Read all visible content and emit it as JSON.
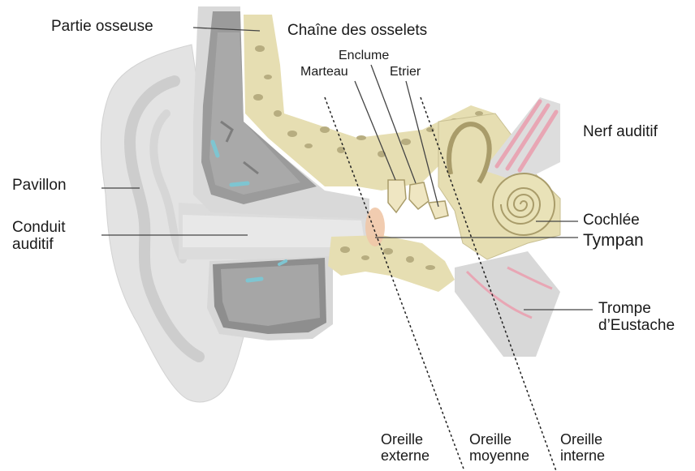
{
  "labels": {
    "partie_osseuse": "Partie osseuse",
    "chaine_osselets": "Chaîne des osselets",
    "enclume": "Enclume",
    "marteau": "Marteau",
    "etrier": "Etrier",
    "nerf_auditif": "Nerf auditif",
    "pavillon": "Pavillon",
    "conduit_auditif_1": "Conduit",
    "conduit_auditif_2": "auditif",
    "cochlee": "Cochlée",
    "tympan": "Tympan",
    "trompe_1": "Trompe",
    "trompe_2": "d’Eustache",
    "oreille_externe_1": "Oreille",
    "oreille_externe_2": "externe",
    "oreille_moyenne_1": "Oreille",
    "oreille_moyenne_2": "moyenne",
    "oreille_interne_1": "Oreille",
    "oreille_interne_2": "interne"
  },
  "colors": {
    "ear_skin": "#e3e3e3",
    "ear_shadow": "#cfcfcf",
    "bone_outer": "#b4b4b4",
    "bone_dark": "#8f8f8f",
    "cartilage": "#e6deb2",
    "cartilage_spots": "#b7ad80",
    "nerve_pink": "#e8a6b4",
    "tympan_orange": "#f0c7a7",
    "vessel_blue": "#7ec5d1",
    "line": "#444444"
  }
}
